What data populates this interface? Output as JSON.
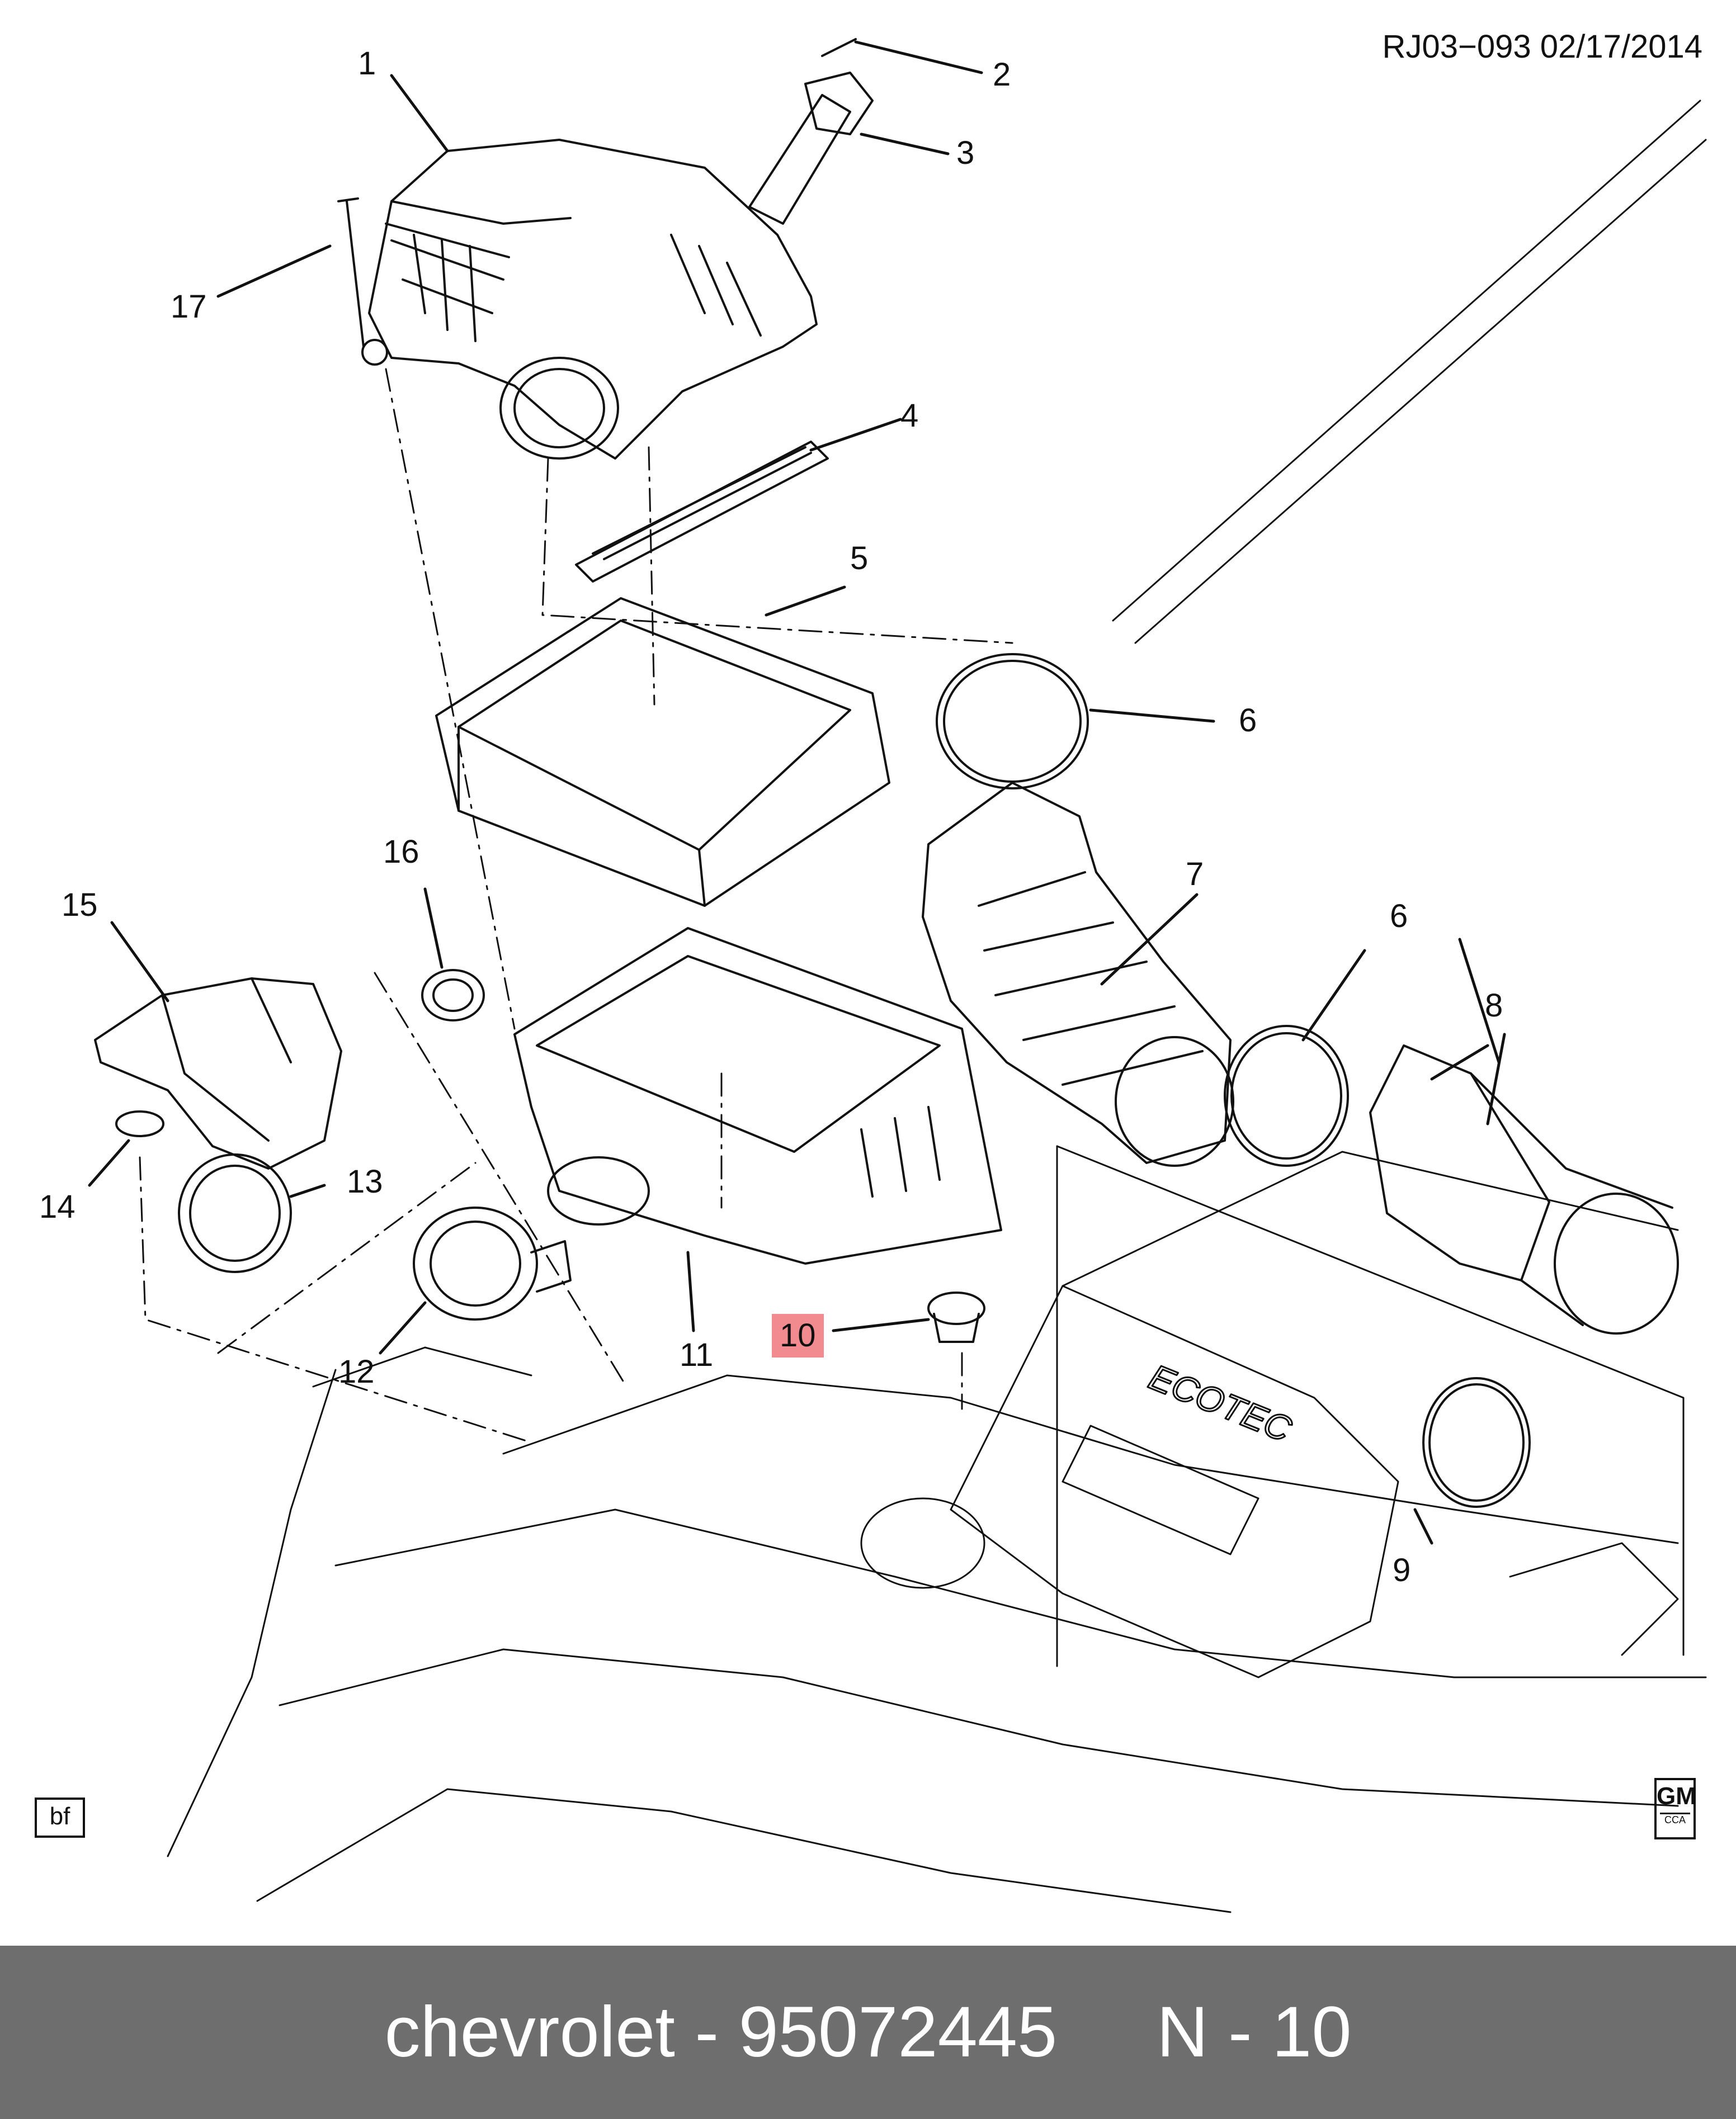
{
  "header": {
    "doc_id": "RJ03−093  02/17/2014"
  },
  "callouts": [
    {
      "id": "1",
      "label": "1"
    },
    {
      "id": "2",
      "label": "2"
    },
    {
      "id": "3",
      "label": "3"
    },
    {
      "id": "4",
      "label": "4"
    },
    {
      "id": "5",
      "label": "5"
    },
    {
      "id": "6a",
      "label": "6"
    },
    {
      "id": "6b",
      "label": "6"
    },
    {
      "id": "7",
      "label": "7"
    },
    {
      "id": "8",
      "label": "8"
    },
    {
      "id": "9",
      "label": "9"
    },
    {
      "id": "10",
      "label": "10",
      "highlighted": true,
      "highlight_color": "#f28b8f"
    },
    {
      "id": "11",
      "label": "11"
    },
    {
      "id": "12",
      "label": "12"
    },
    {
      "id": "13",
      "label": "13"
    },
    {
      "id": "14",
      "label": "14"
    },
    {
      "id": "15",
      "label": "15"
    },
    {
      "id": "16",
      "label": "16"
    },
    {
      "id": "17",
      "label": "17"
    }
  ],
  "corner_tag": "bf",
  "logo": {
    "brand": "GM",
    "sub": "CCA"
  },
  "engine_cover_text": "ECOTEC",
  "footer": {
    "text": "chevrolet - 95072445     N - 10",
    "background": "#6e6e6e",
    "color": "#ffffff"
  }
}
